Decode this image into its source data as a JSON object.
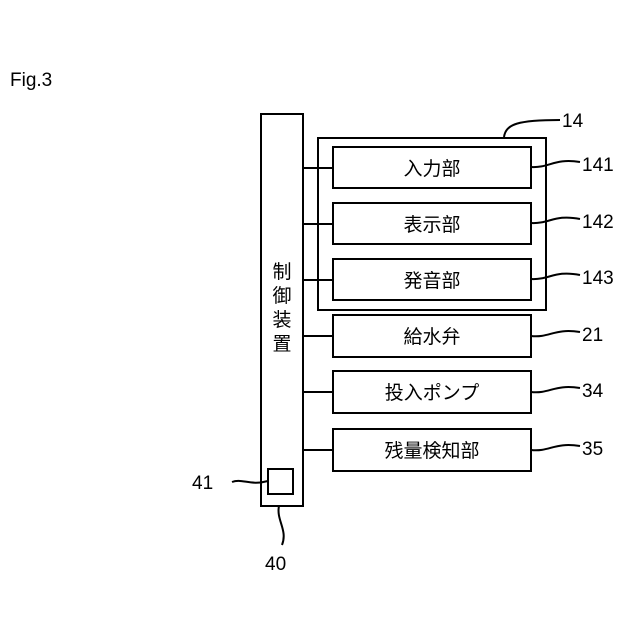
{
  "figure_label": "Fig.3",
  "controller": {
    "label_chars": [
      "制",
      "御",
      "装",
      "置"
    ],
    "ref": "40",
    "inner_square_ref": "41"
  },
  "group": {
    "ref": "14"
  },
  "components": [
    {
      "label": "入力部",
      "ref": "141"
    },
    {
      "label": "表示部",
      "ref": "142"
    },
    {
      "label": "発音部",
      "ref": "143"
    },
    {
      "label": "給水弁",
      "ref": "21"
    },
    {
      "label": "投入ポンプ",
      "ref": "34"
    },
    {
      "label": "残量検知部",
      "ref": "35"
    }
  ]
}
